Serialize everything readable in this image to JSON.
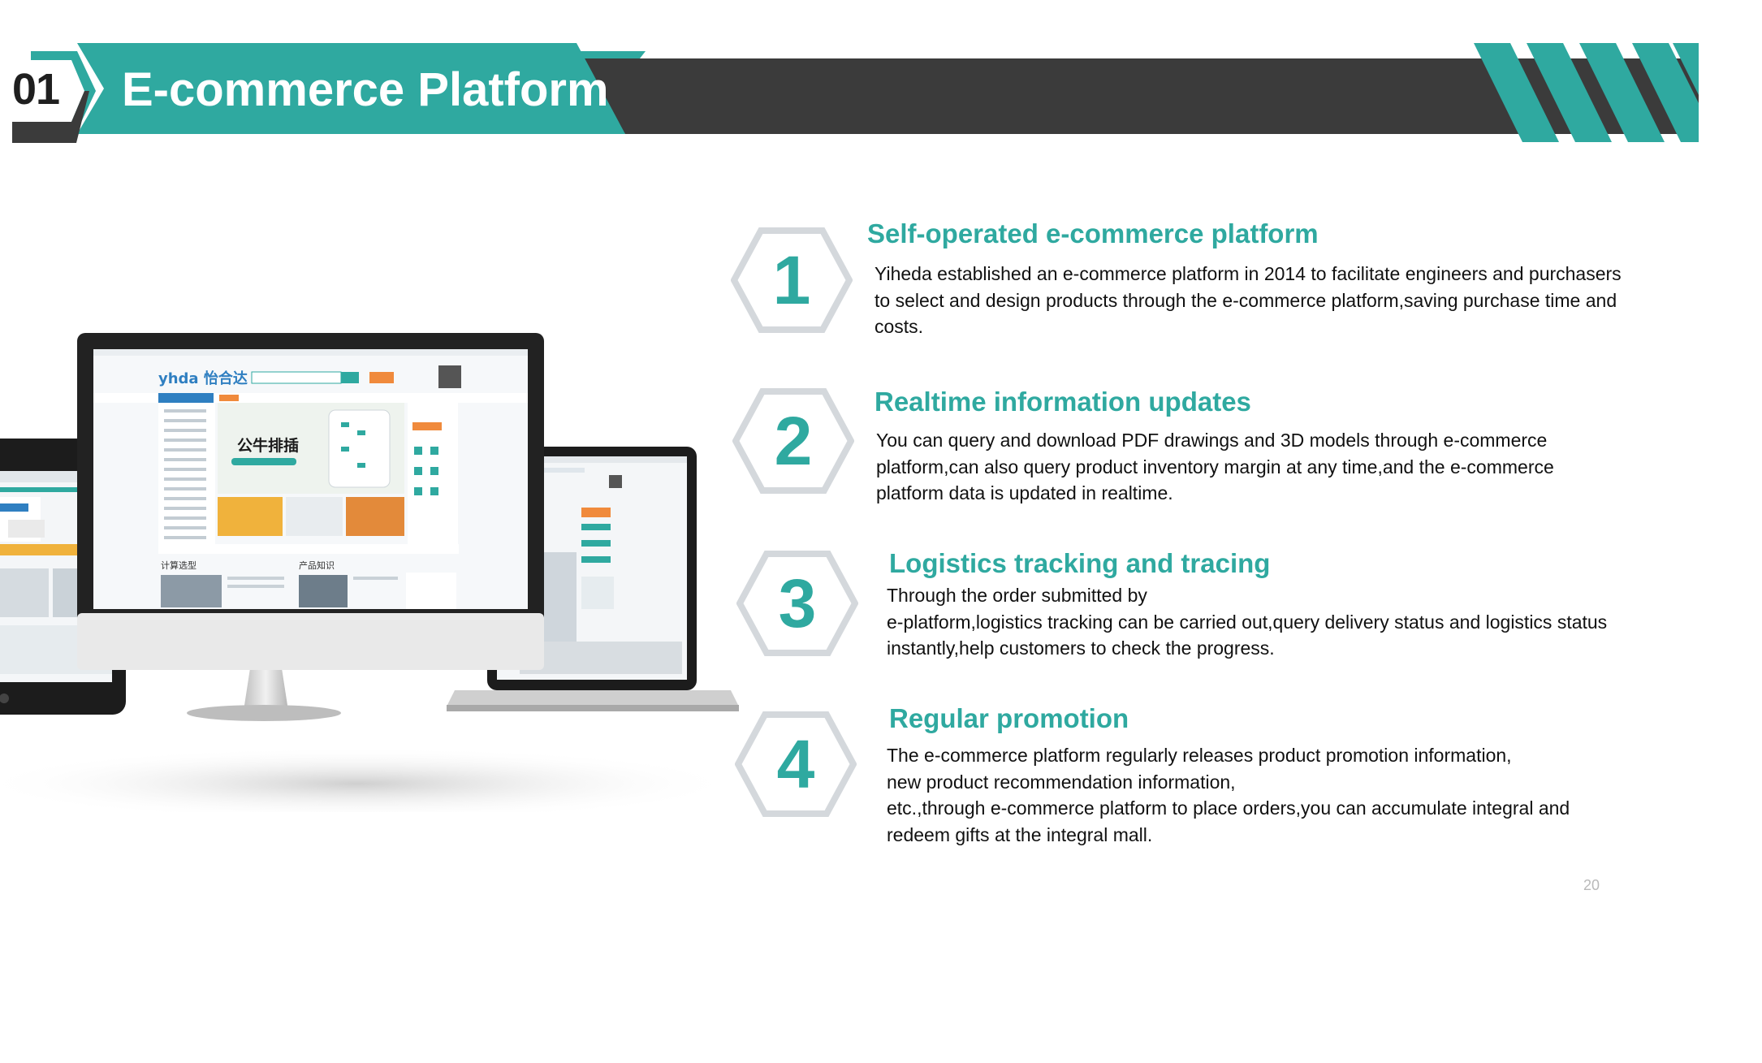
{
  "header": {
    "section_number": "01",
    "title": "E-commerce Platform"
  },
  "colors": {
    "teal": "#2fa9a0",
    "dark_bar": "#3b3b3b",
    "text": "#111111"
  },
  "illustration": {
    "site_logo": "yhda 怡合达",
    "banner_text": "公牛排插",
    "section_one": "计算选型",
    "section_two": "产品知识"
  },
  "features": [
    {
      "number": "1",
      "title": "Self-operated e-commerce platform",
      "lines": [
        "Yiheda established an e-commerce platform in 2014 to facilitate engineers and purchasers",
        "to select and design products through the e-commerce platform,saving purchase time and",
        "costs."
      ]
    },
    {
      "number": "2",
      "title": "Realtime information updates",
      "lines": [
        "You can query and download PDF drawings and 3D models through e-commerce",
        "platform,can also query product inventory margin at any time,and the e-commerce",
        "platform data is updated in realtime."
      ]
    },
    {
      "number": "3",
      "title": "Logistics tracking and tracing",
      "lines": [
        "Through the order submitted by",
        "e-platform,logistics tracking can be carried out,query delivery status and logistics status",
        "instantly,help customers to check the progress."
      ]
    },
    {
      "number": "4",
      "title": "Regular promotion",
      "lines": [
        "The e-commerce platform regularly releases product promotion information,",
        "new product recommendation information,",
        "etc.,through e-commerce platform to place orders,you can accumulate integral and",
        "redeem gifts at the integral mall."
      ]
    }
  ],
  "page_number": "20"
}
